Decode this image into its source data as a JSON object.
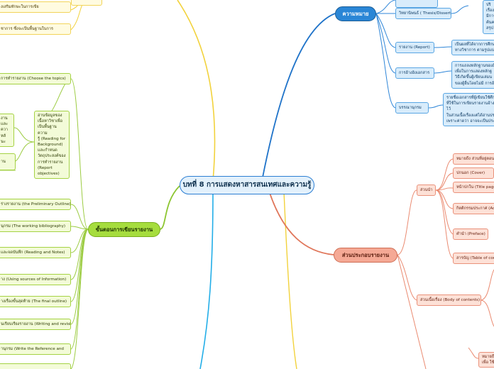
{
  "central": "บทที่ 8 การแสดงหาสารสนเทศและความรู้",
  "right_top": {
    "title": "ความหมาย",
    "items": [
      {
        "label": "วิทยานิพนธ์ ( Thesis/Dissertation)",
        "detail": [
          "ปริ",
          "เรื่อง",
          "มีการ",
          "ค้นค",
          "สรุป"
        ]
      },
      {
        "label": "รายงาน (Report)",
        "detail": [
          "เป็นผลที่ได้จากการศึกษ",
          "ทางวิชาการ ตามรูปแบบ"
        ]
      },
      {
        "label": "การอ้างอิงเอกสาร",
        "detail": [
          "การแถลงหลักฐานของสิ่ง",
          "เพื่อในการแสดงหลักฐ",
          "วิธีเกิดขึ้นผู้เขียนเล่มน",
          "ของผู้อื่นโดยไม่มี การอ้"
        ]
      },
      {
        "label": "บรรณานุกรม",
        "detail": [
          "รายชื่อเอกสารที่ผู้เขียนใช้ศึก",
          "ที่ใช้ในการเขียนรายงานอ้างอิ ไว้",
          "ในส่วนเนื้อเรื่องแต่ได้อ่านประ",
          "เพราะค่าดว่า อาจจะเป็นประโ"
        ]
      }
    ]
  },
  "right_bottom": {
    "title": "ส่วนประกอบรายงาน",
    "front": {
      "label": "ส่วนนำ",
      "items": [
        "หมายถึง ส่วนที่อยู่ตอนต้น",
        "ปกนอก (Cover)",
        "หน้าปกใน (Title page",
        "กิตติกรรมประกาศ (Ack",
        "คำนำ (Preface)",
        "สารบัญ (Table of conte"
      ]
    },
    "body": {
      "label": "ส่วนเนื้อเรื่อง (Body of contents)",
      "items": [
        [
          "หมายถึ",
          "เพื่อ ใช้"
        ]
      ]
    }
  },
  "left": {
    "title": "ขั้นตอนการเขียนรายงาน",
    "top_fragments": [
      "งเสริมทักษะในการเขีย",
      "ชาการ ซึ่งจะเป็นพื้นฐานในการ"
    ],
    "topic": {
      "label": "การทำรายงาน (Choose the topics)",
      "detail": [
        "อ่านข้อมูลของ",
        "เนื้อหาวิชาเพื่อ",
        "เป็นพื้นฐานความ",
        "รู้ (Reading for",
        "Background)",
        "และกำหนด",
        "วัตถุประสงค์ของ",
        "การทำรายงาน",
        "(Report",
        "objectives)"
      ],
      "side_fragments": [
        "งานและ",
        "ควา",
        "หลั",
        "นะ"
      ],
      "side_fragment2": "าน"
    },
    "steps": [
      "ร่างรายงาน (the Preliminary Outline)",
      "นุกรม (The working bibliography)",
      "และจดบันทึก (Reading and Notes)",
      "าง (Using sources of Information)",
      "างเรื่องขั้นสุดท้าย (The final outline)",
      "นเรียบเรียงรายงาน (Writing and revising)",
      "านุกรม (Write the Reference and"
    ]
  }
}
